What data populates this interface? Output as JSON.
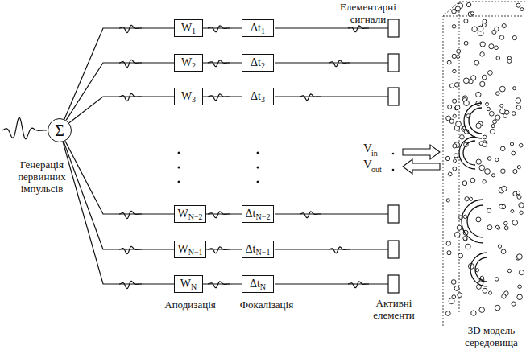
{
  "diagram": {
    "nodes": [
      {
        "text": [
          "Σ"
        ]
      },
      {
        "text": [
          "W",
          "1"
        ]
      },
      {
        "text": [
          "Δt",
          "1"
        ]
      },
      {
        "text": [
          "W",
          "2"
        ]
      },
      {
        "text": [
          "Δt",
          "2"
        ]
      },
      {
        "text": [
          "W",
          "3"
        ]
      },
      {
        "text": [
          "Δt",
          "3"
        ]
      },
      {
        "text": [
          "W",
          "N−2"
        ]
      },
      {
        "text": [
          "Δt",
          "N−2"
        ]
      },
      {
        "text": [
          "W",
          "N−1"
        ]
      },
      {
        "text": [
          "Δt",
          "N−1"
        ]
      },
      {
        "text": [
          "W",
          "N"
        ]
      },
      {
        "text": [
          "Δt",
          "N"
        ]
      }
    ],
    "edges": [
      {
        "from": 0,
        "to": 1,
        "arrow": "none"
      },
      {
        "from": 0,
        "to": 3,
        "arrow": "none"
      },
      {
        "from": 0,
        "to": 5,
        "arrow": "none"
      },
      {
        "from": 0,
        "to": 7,
        "arrow": "none"
      },
      {
        "from": 0,
        "to": 9,
        "arrow": "none"
      },
      {
        "from": 0,
        "to": 11,
        "arrow": "none"
      },
      {
        "from": 1,
        "to": 2,
        "arrow": "none"
      },
      {
        "from": 3,
        "to": 4,
        "arrow": "none"
      },
      {
        "from": 5,
        "to": 6,
        "arrow": "none"
      },
      {
        "from": 7,
        "to": 8,
        "arrow": "none"
      },
      {
        "from": 9,
        "to": 10,
        "arrow": "none"
      },
      {
        "from": 11,
        "to": 12,
        "arrow": "none"
      }
    ],
    "labels": [
      "Генерація первинних імпульсів",
      "Аподизація",
      "Фокалізація",
      "Елементарні сигнали",
      "Активні елементи",
      "V",
      "in",
      "V",
      "out",
      "3D модель середовища"
    ]
  }
}
